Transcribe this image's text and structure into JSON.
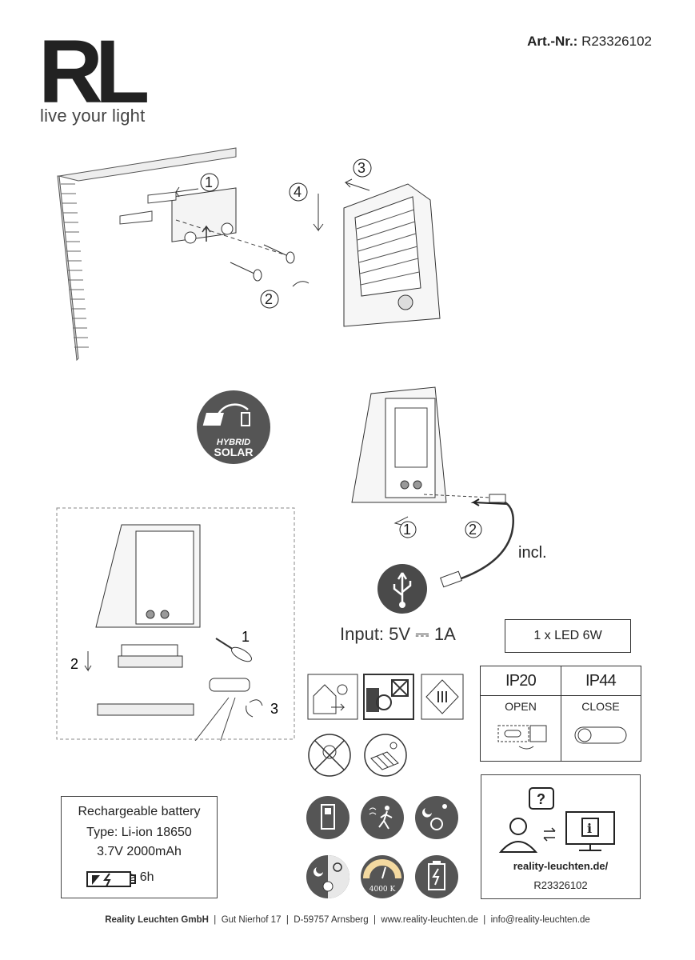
{
  "header": {
    "logo_text": "RL",
    "tagline": "live your light",
    "art_label": "Art.-Nr.:",
    "art_number": "R23326102"
  },
  "hybrid_badge": {
    "line1": "HYBRID",
    "line2": "SOLAR"
  },
  "mount_steps": [
    "1",
    "2",
    "3",
    "4"
  ],
  "charge_steps": [
    "1",
    "2"
  ],
  "incl_label": "incl.",
  "battery_steps": [
    "1",
    "2",
    "3"
  ],
  "input_spec": "Input: 5V ⎓ 1A",
  "led_spec": "1 x LED 6W",
  "ip": {
    "left_rating": "IP20",
    "left_state": "OPEN",
    "right_rating": "IP44",
    "right_state": "CLOSE"
  },
  "battery_info": {
    "title": "Rechargeable battery",
    "type": "Type: Li-ion 18650",
    "spec": "3.7V 2000mAh",
    "duration": "≥ 6h"
  },
  "info_box": {
    "url": "reality-leuchten.de/",
    "article": "R23326102"
  },
  "color_temp": "4000 K",
  "footer": {
    "company": "Reality Leuchten GmbH",
    "address": "Gut Nierhof 17",
    "city": "D-59757 Arnsberg",
    "web": "www.reality-leuchten.de",
    "email": "info@reality-leuchten.de"
  }
}
